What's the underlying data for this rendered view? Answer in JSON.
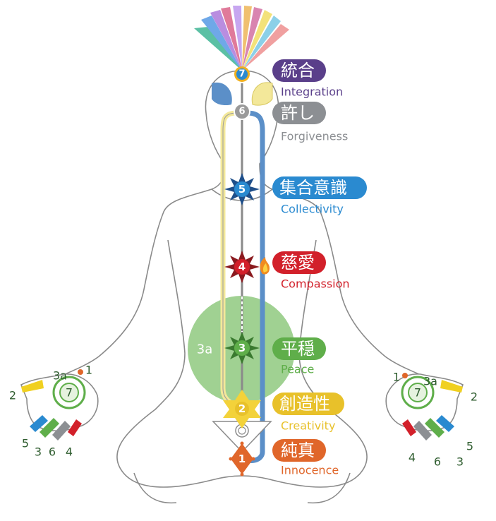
{
  "chakras": [
    {
      "id": "7",
      "jp": "統合",
      "en": "Integration",
      "color": "#5a3f8a"
    },
    {
      "id": "6",
      "jp": "許し",
      "en": "Forgiveness",
      "color": "#8c8f93"
    },
    {
      "id": "5",
      "jp": "集合意識",
      "en": "Collectivity",
      "color": "#2a8ad0"
    },
    {
      "id": "4",
      "jp": "慈愛",
      "en": "Compassion",
      "color": "#d2202a"
    },
    {
      "id": "3",
      "jp": "平穏",
      "en": "Peace",
      "color": "#5fae4a"
    },
    {
      "id": "2",
      "jp": "創造性",
      "en": "Creativity",
      "color": "#e8c12a"
    },
    {
      "id": "1",
      "jp": "純真",
      "en": "Innocence",
      "color": "#e0662a"
    }
  ],
  "void_label": "3a",
  "left_hand": {
    "center": "7",
    "labels": [
      "3a",
      "1",
      "2",
      "5",
      "3",
      "6",
      "4"
    ]
  },
  "right_hand": {
    "center": "7",
    "labels": [
      "1",
      "3a",
      "2",
      "4",
      "6",
      "3",
      "5"
    ]
  }
}
